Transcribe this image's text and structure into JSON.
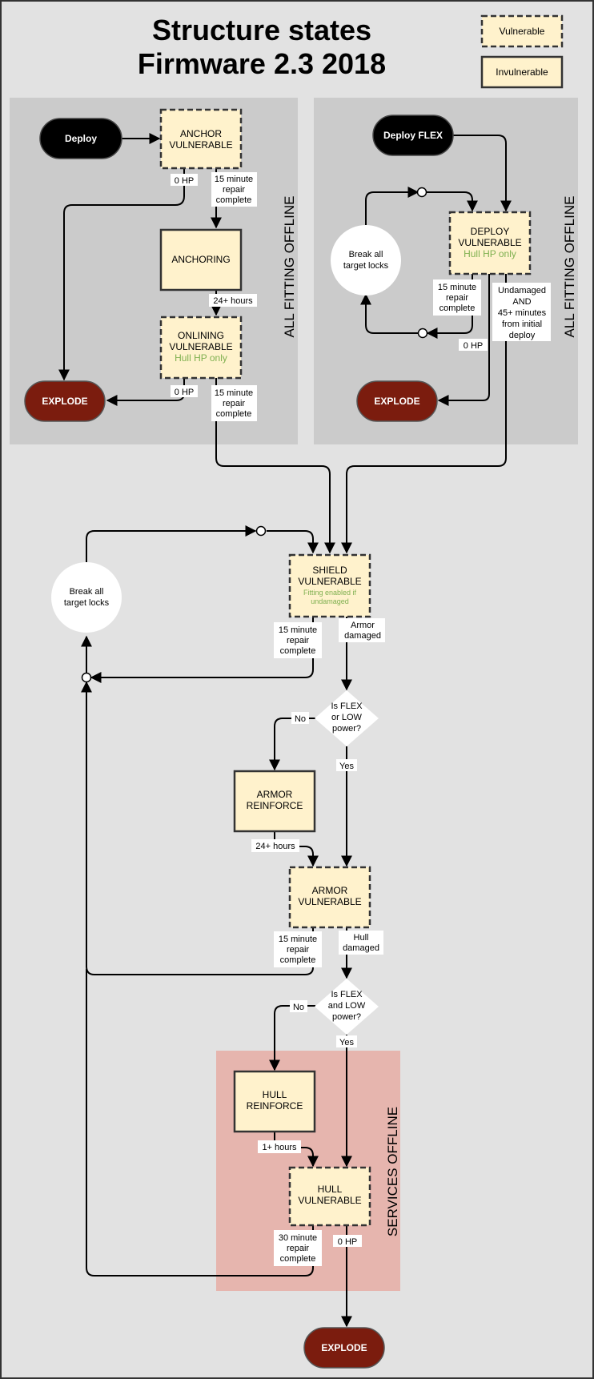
{
  "title": {
    "line1": "Structure states",
    "line2": "Firmware 2.3 2018"
  },
  "legend": {
    "vulnerable": "Vulnerable",
    "invulnerable": "Invulnerable"
  },
  "regions": {
    "fitting_offline_left": "ALL FITTING OFFLINE",
    "fitting_offline_right": "ALL FITTING OFFLINE",
    "services_offline": "SERVICES OFFLINE"
  },
  "nodes": {
    "deploy": "Deploy",
    "anchor_vulnerable": [
      "ANCHOR",
      "VULNERABLE"
    ],
    "anchoring": "ANCHORING",
    "onlining_vulnerable": [
      "ONLINING",
      "VULNERABLE"
    ],
    "onlining_note": "Hull HP only",
    "explode_left": "EXPLODE",
    "deploy_flex": "Deploy FLEX",
    "deploy_vulnerable": [
      "DEPLOY",
      "VULNERABLE"
    ],
    "deploy_note": "Hull HP only",
    "break_locks_top": [
      "Break all",
      "target locks"
    ],
    "explode_right": "EXPLODE",
    "break_locks_main": [
      "Break all",
      "target locks"
    ],
    "shield_vulnerable": [
      "SHIELD",
      "VULNERABLE"
    ],
    "shield_note": [
      "Fitting enabled if",
      "undamaged"
    ],
    "decision_flex_or_low": [
      "Is FLEX",
      "or LOW",
      "power?"
    ],
    "armor_reinforce": [
      "ARMOR",
      "REINFORCE"
    ],
    "armor_vulnerable": [
      "ARMOR",
      "VULNERABLE"
    ],
    "decision_flex_and_low": [
      "Is FLEX",
      "and LOW",
      "power?"
    ],
    "hull_reinforce": [
      "HULL",
      "REINFORCE"
    ],
    "hull_vulnerable": [
      "HULL",
      "VULNERABLE"
    ],
    "explode_bottom": "EXPLODE"
  },
  "edges": {
    "anchor_0hp": "0 HP",
    "anchor_repair": [
      "15 minute",
      "repair",
      "complete"
    ],
    "anchoring_24h": "24+ hours",
    "onlining_0hp": "0 HP",
    "onlining_repair": [
      "15 minute",
      "repair",
      "complete"
    ],
    "deploy_repair": [
      "15 minute",
      "repair",
      "complete"
    ],
    "deploy_undamaged": [
      "Undamaged",
      "AND",
      "45+ minutes",
      "from initial",
      "deploy"
    ],
    "deploy_0hp": "0 HP",
    "shield_repair": [
      "15 minute",
      "repair",
      "complete"
    ],
    "shield_armor_damaged": [
      "Armor",
      "damaged"
    ],
    "decision1_no": "No",
    "decision1_yes": "Yes",
    "armor_reinforce_24h": "24+ hours",
    "armor_repair": [
      "15 minute",
      "repair",
      "complete"
    ],
    "armor_hull_damaged": [
      "Hull",
      "damaged"
    ],
    "decision2_no": "No",
    "decision2_yes": "Yes",
    "hull_reinforce_1h": "1+ hours",
    "hull_repair": [
      "30 minute",
      "repair",
      "complete"
    ],
    "hull_0hp": "0 HP"
  },
  "colors": {
    "background": "#e2e2e2",
    "region": "#cbcbcb",
    "services_region": "#e6b5ae",
    "state_fill": "#fff2cc",
    "explode": "#7b1c0e",
    "note_green": "#7fb050"
  }
}
